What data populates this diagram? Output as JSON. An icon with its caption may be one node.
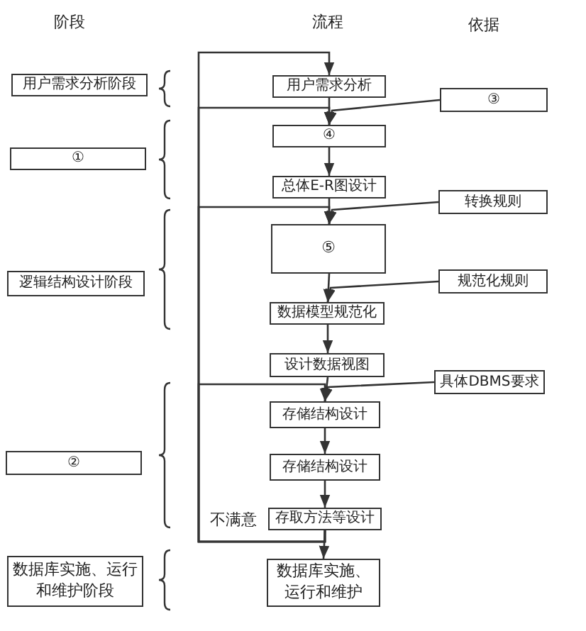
{
  "diagram": {
    "nodes": [
      {
        "text": [
          "用户需求分析阶段"
        ]
      },
      {
        "text": [
          "①"
        ]
      },
      {
        "text": [
          "逻辑结构设计阶段"
        ]
      },
      {
        "text": [
          "②"
        ]
      },
      {
        "text": [
          "数据库实施、运行和维护阶段"
        ]
      },
      {
        "text": [
          "用户需求分析"
        ]
      },
      {
        "text": [
          "④"
        ]
      },
      {
        "text": [
          "总体E-R图设计"
        ]
      },
      {
        "text": [
          "⑤"
        ]
      },
      {
        "text": [
          "数据模型规范化"
        ]
      },
      {
        "text": [
          "设计数据视图"
        ]
      },
      {
        "text": [
          "存储结构设计"
        ]
      },
      {
        "text": [
          "存储结构设计"
        ]
      },
      {
        "text": [
          "存取方法等设计"
        ]
      },
      {
        "text": [
          "数据库实施、运行和维护"
        ]
      },
      {
        "text": [
          "③"
        ]
      },
      {
        "text": [
          "转换规则"
        ]
      },
      {
        "text": [
          "规范化规则"
        ]
      },
      {
        "text": [
          "具体DBMS要求"
        ]
      }
    ],
    "edges": [
      {
        "from": 5,
        "to": 6,
        "arrow": "to"
      },
      {
        "from": 6,
        "to": 7,
        "arrow": "to"
      },
      {
        "from": 7,
        "to": 8,
        "arrow": "to"
      },
      {
        "from": 8,
        "to": 9,
        "arrow": "to"
      },
      {
        "from": 9,
        "to": 10,
        "arrow": "to"
      },
      {
        "from": 10,
        "to": 11,
        "arrow": "to"
      },
      {
        "from": 11,
        "to": 12,
        "arrow": "to"
      },
      {
        "from": 12,
        "to": 13,
        "arrow": "to"
      },
      {
        "from": 13,
        "to": 14,
        "arrow": "to"
      },
      {
        "from": 13,
        "to": 5,
        "arrow": "to"
      },
      {
        "from": 13,
        "to": 6,
        "arrow": "to"
      },
      {
        "from": 13,
        "to": 8,
        "arrow": "to"
      },
      {
        "from": 13,
        "to": 11,
        "arrow": "to"
      },
      {
        "from": 15,
        "to": 6,
        "arrow": "to"
      },
      {
        "from": 16,
        "to": 8,
        "arrow": "to"
      },
      {
        "from": 17,
        "to": 9,
        "arrow": "to"
      },
      {
        "from": 18,
        "to": 11,
        "arrow": "to"
      }
    ],
    "labels": [
      "阶段",
      "流程",
      "依据",
      "不满意"
    ]
  }
}
